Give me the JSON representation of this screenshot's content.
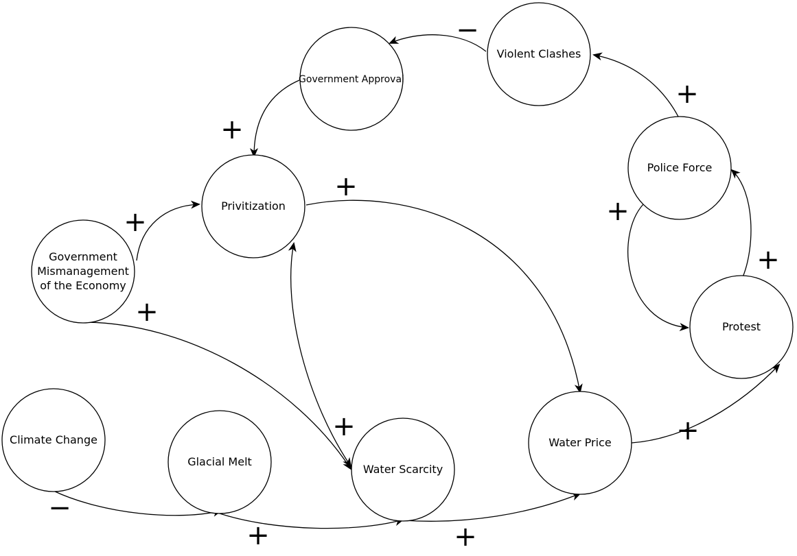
{
  "diagram": {
    "nodes": [
      {
        "id": "violent_clashes",
        "lines": [
          "Violent Clashes"
        ]
      },
      {
        "id": "government_approval",
        "lines": [
          "Government Approval"
        ]
      },
      {
        "id": "privitization",
        "lines": [
          "Privitization"
        ]
      },
      {
        "id": "police_force",
        "lines": [
          "Police Force"
        ]
      },
      {
        "id": "government_mismanagement",
        "lines": [
          "Government",
          "Mismanagement",
          "of the Economy"
        ]
      },
      {
        "id": "protest",
        "lines": [
          "Protest"
        ]
      },
      {
        "id": "climate_change",
        "lines": [
          "Climate Change"
        ]
      },
      {
        "id": "glacial_melt",
        "lines": [
          "Glacial Melt"
        ]
      },
      {
        "id": "water_scarcity",
        "lines": [
          "Water Scarcity"
        ]
      },
      {
        "id": "water_price",
        "lines": [
          "Water Price"
        ]
      }
    ],
    "edges": [
      {
        "id": "violent_clashes_to_government_approval",
        "from": "violent_clashes",
        "to": "government_approval",
        "polarity": "−"
      },
      {
        "id": "government_approval_to_privitization",
        "from": "government_approval",
        "to": "privitization",
        "polarity": "+"
      },
      {
        "id": "police_force_to_violent_clashes",
        "from": "police_force",
        "to": "violent_clashes",
        "polarity": "+"
      },
      {
        "id": "privitization_to_water_price",
        "from": "privitization",
        "to": "water_price",
        "polarity": "+"
      },
      {
        "id": "government_mismanagement_to_privitization",
        "from": "government_mismanagement",
        "to": "privitization",
        "polarity": "+"
      },
      {
        "id": "police_force_to_protest",
        "from": "police_force",
        "to": "protest",
        "polarity": "+"
      },
      {
        "id": "protest_to_police_force",
        "from": "protest",
        "to": "police_force",
        "polarity": "+"
      },
      {
        "id": "government_mismanagement_to_water_scarcity",
        "from": "government_mismanagement",
        "to": "water_scarcity",
        "polarity": "+"
      },
      {
        "id": "water_scarcity_privitization_link",
        "from": "water_scarcity",
        "to": "privitization",
        "polarity": "+"
      },
      {
        "id": "climate_change_to_glacial_melt",
        "from": "climate_change",
        "to": "glacial_melt",
        "polarity": "−"
      },
      {
        "id": "glacial_melt_to_water_scarcity",
        "from": "glacial_melt",
        "to": "water_scarcity",
        "polarity": "+"
      },
      {
        "id": "water_scarcity_to_water_price",
        "from": "water_scarcity",
        "to": "water_price",
        "polarity": "+"
      },
      {
        "id": "water_price_to_protest",
        "from": "water_price",
        "to": "protest",
        "polarity": "+"
      }
    ]
  }
}
